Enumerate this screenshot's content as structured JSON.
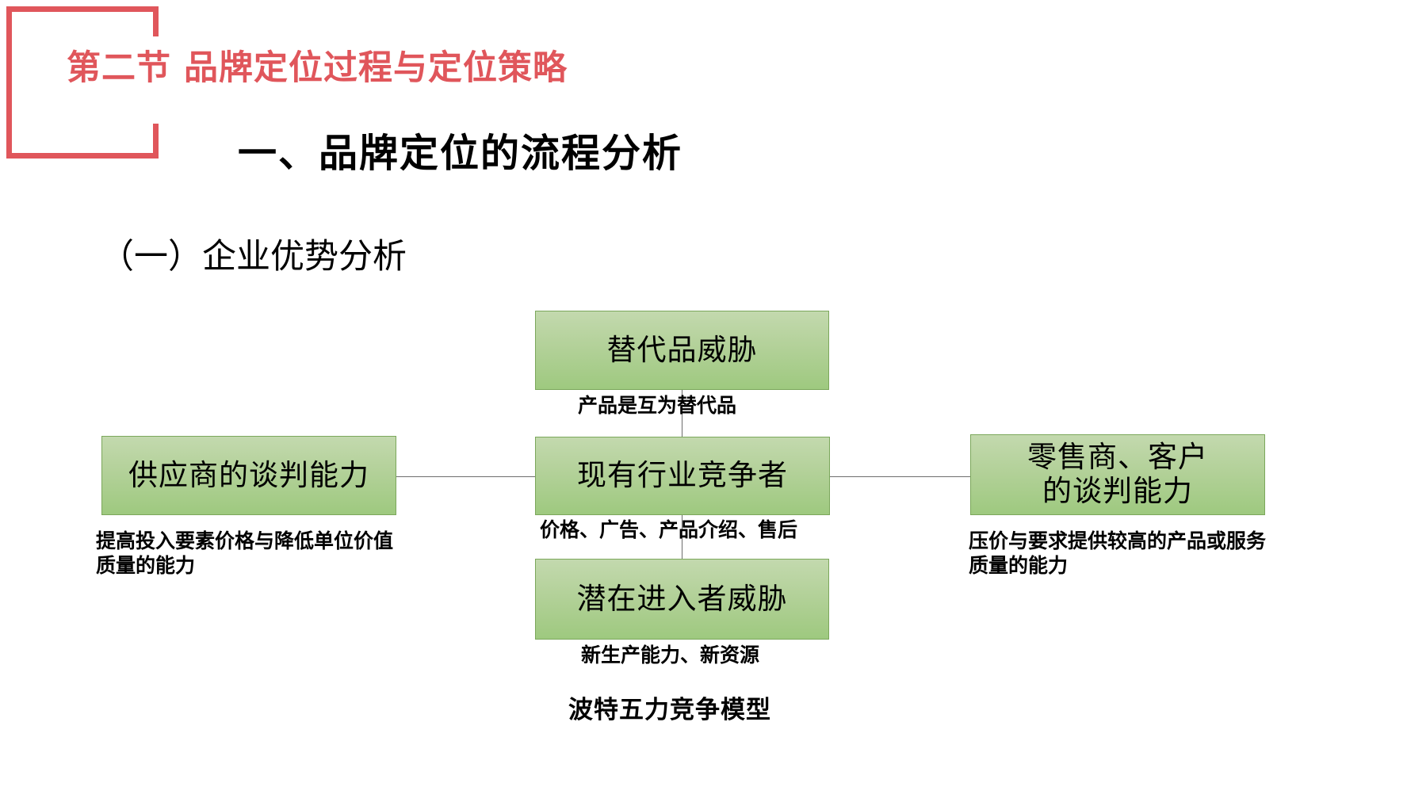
{
  "slide": {
    "background_color": "#ffffff",
    "accent_color": "#e0565b",
    "node_fill_top": "#c3d9ae",
    "node_fill_bottom": "#9ec97f",
    "node_border_color": "#7ba75b",
    "connector_color": "#6d6d6d"
  },
  "section_title": "第二节 品牌定位过程与定位策略",
  "main_heading": "一、品牌定位的流程分析",
  "sub_heading": "（一）企业优势分析",
  "diagram": {
    "caption": "波特五力竞争模型",
    "nodes": {
      "substitutes": {
        "label": "替代品威胁",
        "annotation": "产品是互为替代品"
      },
      "rivalry": {
        "label": "现有行业竞争者",
        "annotation": "价格、广告、产品介绍、售后"
      },
      "suppliers": {
        "label": "供应商的谈判能力",
        "annotation": "提高投入要素价格与降低单位价值\n质量的能力"
      },
      "buyers": {
        "label": "零售商、客户\n的谈判能力",
        "annotation": "压价与要求提供较高的产品或服务\n质量的能力"
      },
      "entrants": {
        "label": "潜在进入者威胁",
        "annotation": "新生产能力、新资源"
      }
    }
  }
}
